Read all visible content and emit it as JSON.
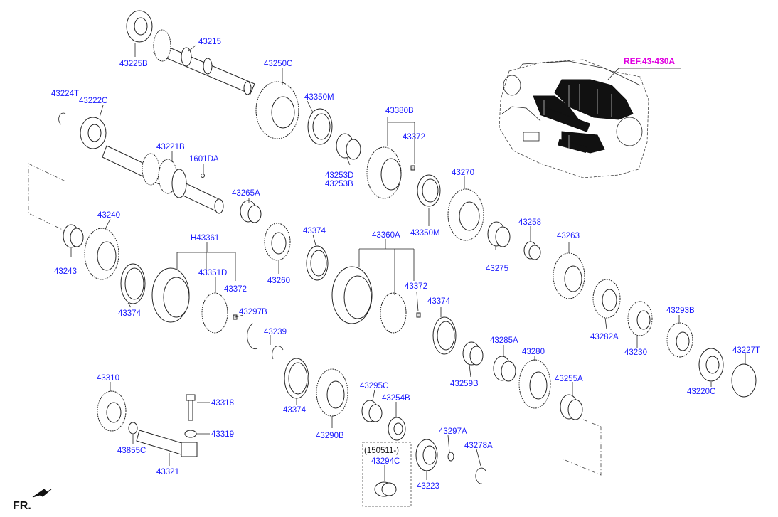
{
  "ref_label": "REF.43-430A",
  "fr_label": "FR.",
  "bracket_label": "(150511-)",
  "labels": {
    "p43225B": "43225B",
    "p43215": "43215",
    "p43250C": "43250C",
    "p43224T": "43224T",
    "p43222C": "43222C",
    "p43350M_a": "43350M",
    "p43380B": "43380B",
    "p43372_a": "43372",
    "p43221B": "43221B",
    "p1601DA": "1601DA",
    "p43253D": "43253D",
    "p43253B": "43253B",
    "p43270": "43270",
    "p43265A": "43265A",
    "p43240": "43240",
    "p43350M_b": "43350M",
    "p43258": "43258",
    "pH43361": "H43361",
    "p43374_a": "43374",
    "p43360A": "43360A",
    "p43263": "43263",
    "p43243": "43243",
    "p43275": "43275",
    "p43351D": "43351D",
    "p43260": "43260",
    "p43372_b": "43372",
    "p43372_c": "43372",
    "p43374_b": "43374",
    "p43297B": "43297B",
    "p43374_c": "43374",
    "p43282A": "43282A",
    "p43293B": "43293B",
    "p43239": "43239",
    "p43230": "43230",
    "p43285A": "43285A",
    "p43280": "43280",
    "p43227T": "43227T",
    "p43310": "43310",
    "p43259B": "43259B",
    "p43295C": "43295C",
    "p43255A": "43255A",
    "p43220C": "43220C",
    "p43318": "43318",
    "p43254B": "43254B",
    "p43374_d": "43374",
    "p43319": "43319",
    "p43297A": "43297A",
    "p43290B": "43290B",
    "p43278A": "43278A",
    "p43855C": "43855C",
    "p43294C": "43294C",
    "p43321": "43321",
    "p43223": "43223"
  }
}
